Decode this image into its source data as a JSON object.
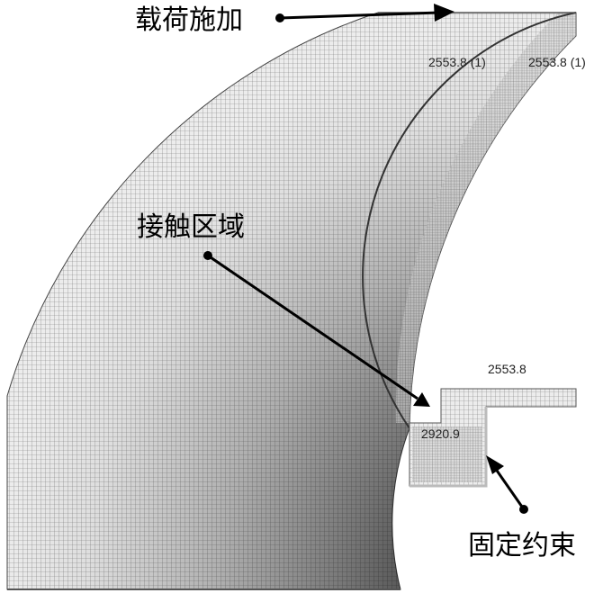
{
  "labels": {
    "load": "载荷施加",
    "contact": "接触区域",
    "fixed": "固定约束"
  },
  "values": {
    "load_top_left": "2553.8 (1)",
    "load_top_right": "2553.8 (1)",
    "bracket_top": "2553.8",
    "contact_value": "2920.9"
  },
  "colors": {
    "mesh_light": "#f2f2f2",
    "mesh_dark": "#555555",
    "mesh_line": "#6a6a6a",
    "arrow": "#000000"
  }
}
